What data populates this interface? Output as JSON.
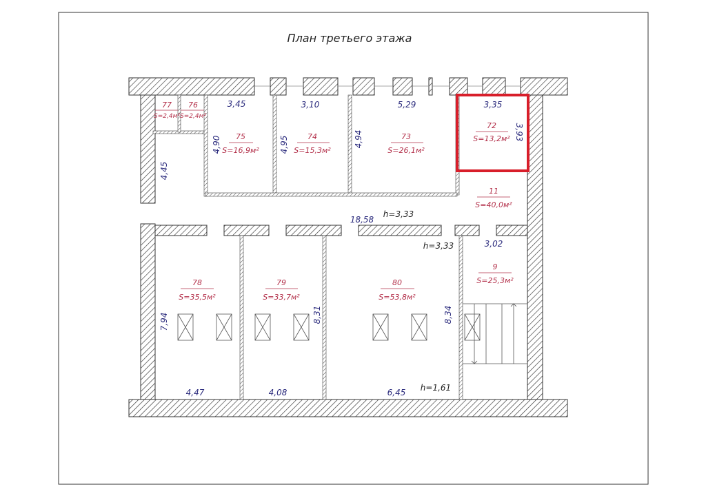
{
  "title": "План третьего этажа",
  "rooms": {
    "r77": {
      "number": "77",
      "area": "S=2,4м²"
    },
    "r76": {
      "number": "76",
      "area": "S=2,4м²"
    },
    "r75": {
      "number": "75",
      "area": "S=16,9м²"
    },
    "r74": {
      "number": "74",
      "area": "S=15,3м²"
    },
    "r73": {
      "number": "73",
      "area": "S=26,1м²"
    },
    "r72": {
      "number": "72",
      "area": "S=13,2м²"
    },
    "r11": {
      "number": "11",
      "area": "S=40,0м²"
    },
    "r9": {
      "number": "9",
      "area": "S=25,3м²"
    },
    "r78": {
      "number": "78",
      "area": "S=35,5м²"
    },
    "r79": {
      "number": "79",
      "area": "S=33,7м²"
    },
    "r80": {
      "number": "80",
      "area": "S=53,8м²"
    }
  },
  "dimensions": {
    "d345": "3,45",
    "d310": "3,10",
    "d529": "5,29",
    "d335": "3,35",
    "d490": "4,90",
    "d495": "4,95",
    "d494": "4,94",
    "d393": "3,93",
    "d445": "4,45",
    "d1858": "18,58",
    "d302": "3,02",
    "d794": "7,94",
    "d831": "8,31",
    "d834": "8,34",
    "d447": "4,47",
    "d408": "4,08",
    "d645": "6,45"
  },
  "heights": {
    "h1": "h=3,33",
    "h2": "h=3,33",
    "h3": "h=1,61"
  },
  "highlight_color": "#d81e2a"
}
